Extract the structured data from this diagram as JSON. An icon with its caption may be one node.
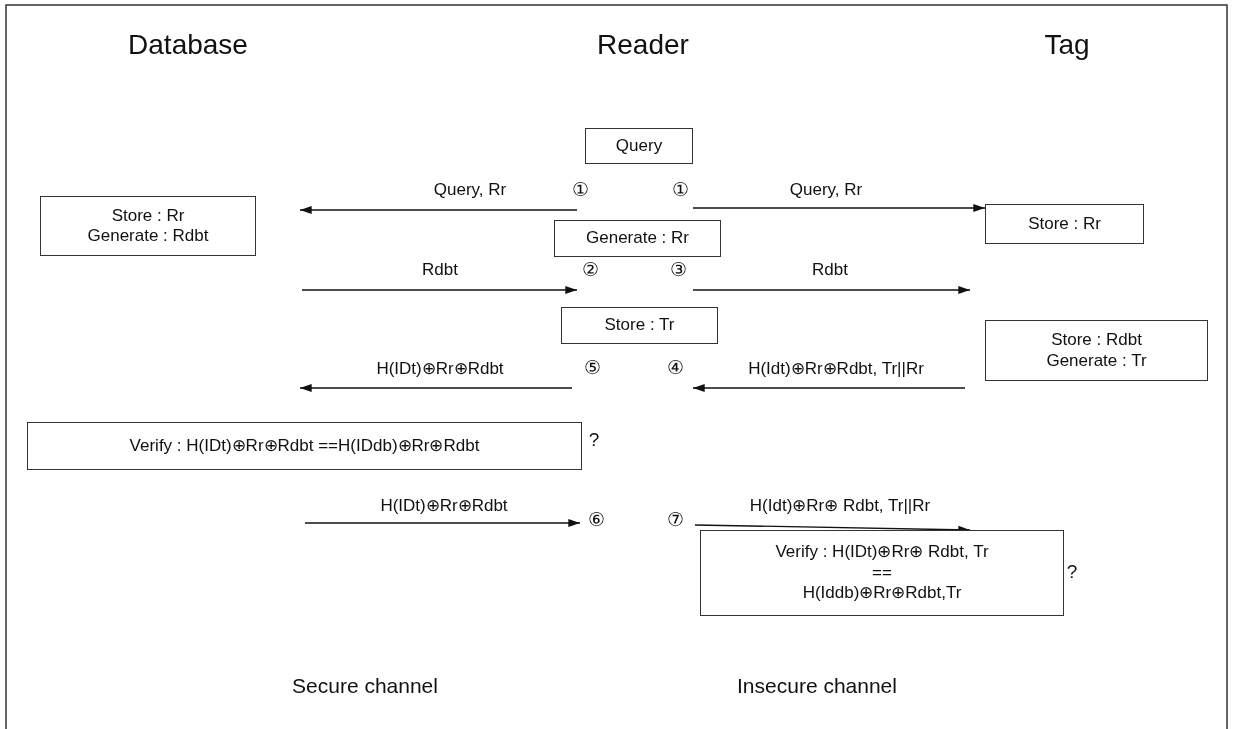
{
  "diagram": {
    "nodes": [
      {
        "text": [
          "Query"
        ]
      },
      {
        "text": [
          "①"
        ]
      },
      {
        "text": [
          "①"
        ]
      },
      {
        "text": [
          "Store : Rr",
          "Generate : Rdbt"
        ]
      },
      {
        "text": [
          "Generate : Rr"
        ]
      },
      {
        "text": [
          "Store : Rr"
        ]
      },
      {
        "text": [
          "②"
        ]
      },
      {
        "text": [
          "③"
        ]
      },
      {
        "text": [
          "Store : Tr"
        ]
      },
      {
        "text": [
          "Store : Rdbt",
          "Generate : Tr"
        ]
      },
      {
        "text": [
          "⑤"
        ]
      },
      {
        "text": [
          "④"
        ]
      },
      {
        "text": [
          "Verify : H(IDt)⊕Rr⊕Rdbt ==H(IDdb)⊕Rr⊕Rdbt"
        ]
      },
      {
        "text": [
          "⑥"
        ]
      },
      {
        "text": [
          "⑦"
        ]
      },
      {
        "text": [
          "Verify : H(IDt)⊕Rr⊕ Rdbt, Tr",
          "==",
          "H(Iddb)⊕Rr⊕Rdbt,Tr"
        ]
      }
    ],
    "edges": [
      {
        "from": 1,
        "to": null,
        "arrow": "to",
        "label": "Query, Rr"
      },
      {
        "from": 2,
        "to": 5,
        "arrow": "to",
        "label": "Query, Rr"
      },
      {
        "from": null,
        "to": 6,
        "arrow": "to",
        "label": "Rdbt"
      },
      {
        "from": 7,
        "to": null,
        "arrow": "to",
        "label": "Rdbt"
      },
      {
        "from": null,
        "to": 11,
        "arrow": "to",
        "label": "H(Idt)⊕Rr⊕Rdbt, Tr||Rr"
      },
      {
        "from": 10,
        "to": null,
        "arrow": "to",
        "label": "H(IDt)⊕Rr⊕Rdbt"
      },
      {
        "from": null,
        "to": 13,
        "arrow": "to",
        "label": "H(IDt)⊕Rr⊕Rdbt"
      },
      {
        "from": 14,
        "to": 15,
        "arrow": "to",
        "label": "H(Idt)⊕Rr⊕ Rdbt, Tr||Rr"
      }
    ],
    "labels": [
      "Database",
      "Reader",
      "Tag",
      "?",
      "?",
      "Secure channel",
      "Insecure channel"
    ]
  }
}
